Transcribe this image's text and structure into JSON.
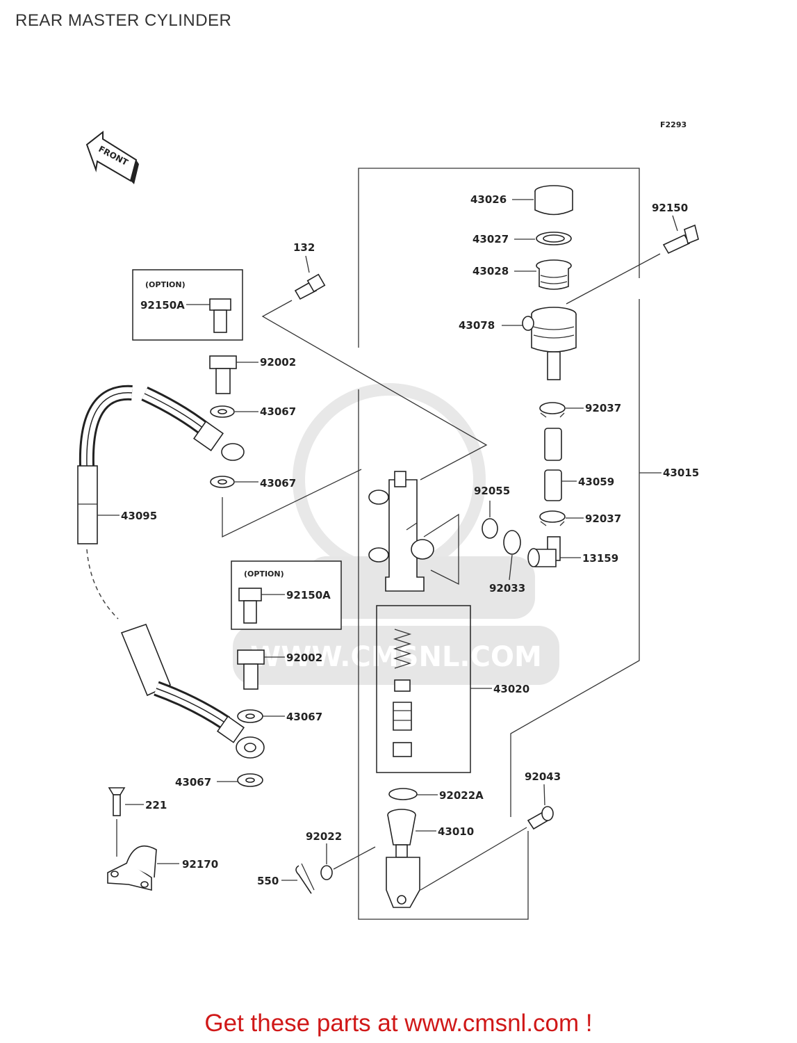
{
  "title": "REAR MASTER CYLINDER",
  "figure_code": "F2293",
  "front_label": "FRONT",
  "option_label": "(OPTION)",
  "watermark_url": "WWW.CMSNL.COM",
  "cta": "Get these parts at www.cmsnl.com !",
  "labels": {
    "p43026": "43026",
    "p43027": "43027",
    "p43028": "43028",
    "p43078": "43078",
    "p92150": "92150",
    "p132": "132",
    "p92150A_1": "92150A",
    "p92002_1": "92002",
    "p43067_1": "43067",
    "p43067_2": "43067",
    "p43095": "43095",
    "p92055": "92055",
    "p92037_1": "92037",
    "p43059": "43059",
    "p92037_2": "92037",
    "p43015": "43015",
    "p13159": "13159",
    "p92033": "92033",
    "p92150A_2": "92150A",
    "p92002_2": "92002",
    "p43020": "43020",
    "p43067_3": "43067",
    "p43067_4": "43067",
    "p221": "221",
    "p92170": "92170",
    "p92043": "92043",
    "p92022A": "92022A",
    "p43010": "43010",
    "p92022": "92022",
    "p550": "550"
  },
  "colors": {
    "cta": "#d01818",
    "ink": "#222222",
    "watermark": "#e6e6e6"
  }
}
